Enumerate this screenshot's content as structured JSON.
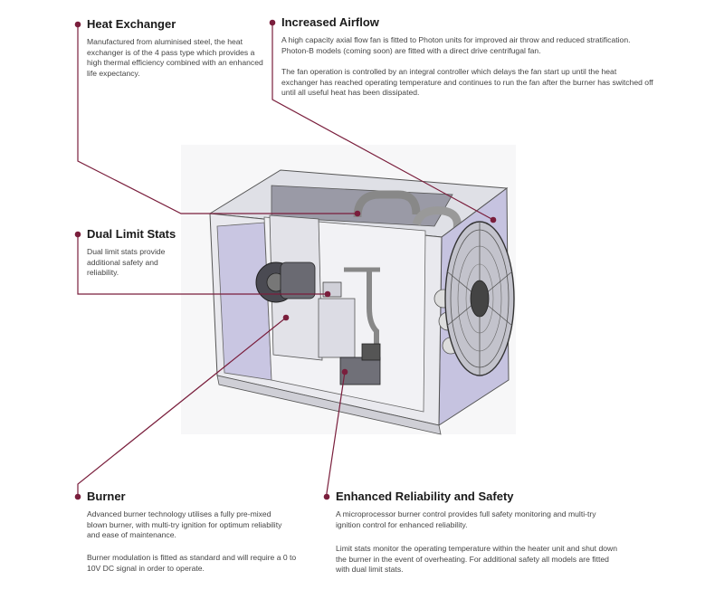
{
  "accent_color": "#7a1e3c",
  "callouts": {
    "heat_exchanger": {
      "title": "Heat Exchanger",
      "text": "Manufactured from aluminised steel, the heat exchanger is of the 4 pass type which provides a high thermal efficiency combined with an enhanced life expectancy."
    },
    "increased_airflow": {
      "title": "Increased Airflow",
      "text1": "A high capacity axial flow fan is fitted to Photon units for improved air throw and reduced stratification. Photon-B models (coming soon) are fitted with a direct drive centrifugal fan.",
      "text2": "The fan operation is controlled by an integral controller which delays the fan start up until the heat exchanger has reached operating temperature and continues to run the fan after the burner has switched off until all useful heat has been dissipated."
    },
    "dual_limit_stats": {
      "title": "Dual Limit Stats",
      "text": "Dual limit stats provide additional safety and reliability."
    },
    "burner": {
      "title": "Burner",
      "text1": "Advanced burner technology utilises a fully pre-mixed blown burner, with multi-try ignition for optimum reliability and ease of maintenance.",
      "text2": "Burner modulation is fitted as standard and will require a 0 to 10V DC signal in order to operate."
    },
    "reliability": {
      "title": "Enhanced Reliability and Safety",
      "text1": "A microprocessor burner control provides full safety monitoring and multi-try ignition control for enhanced reliability.",
      "text2": "Limit stats monitor the operating temperature within the heater unit and shut down the burner in the event of overheating. For additional safety all models are fitted with dual limit stats."
    }
  }
}
